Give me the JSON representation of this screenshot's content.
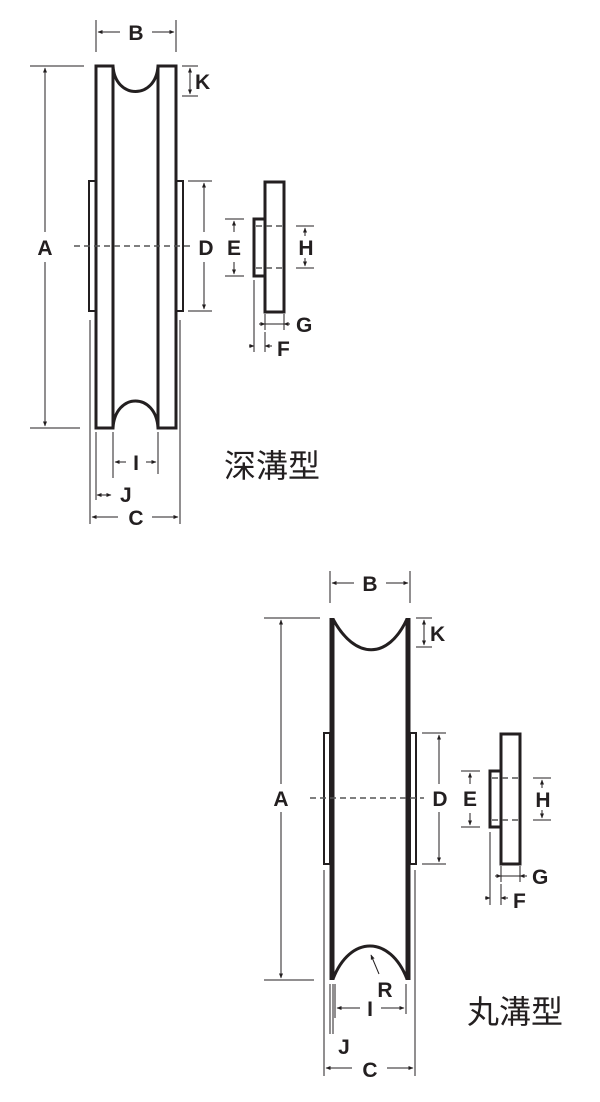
{
  "diagrams": [
    {
      "title": "深溝型",
      "type": "deep-groove pulley",
      "labels": {
        "A": "A",
        "B": "B",
        "C": "C",
        "D": "D",
        "E": "E",
        "F": "F",
        "G": "G",
        "H": "H",
        "I": "I",
        "J": "J",
        "K": "K"
      }
    },
    {
      "title": "丸溝型",
      "type": "round-groove pulley",
      "labels": {
        "A": "A",
        "B": "B",
        "C": "C",
        "D": "D",
        "E": "E",
        "F": "F",
        "G": "G",
        "H": "H",
        "I": "I",
        "J": "J",
        "K": "K",
        "R": "R"
      }
    }
  ],
  "colors": {
    "line": "#231f20",
    "background": "#ffffff"
  }
}
